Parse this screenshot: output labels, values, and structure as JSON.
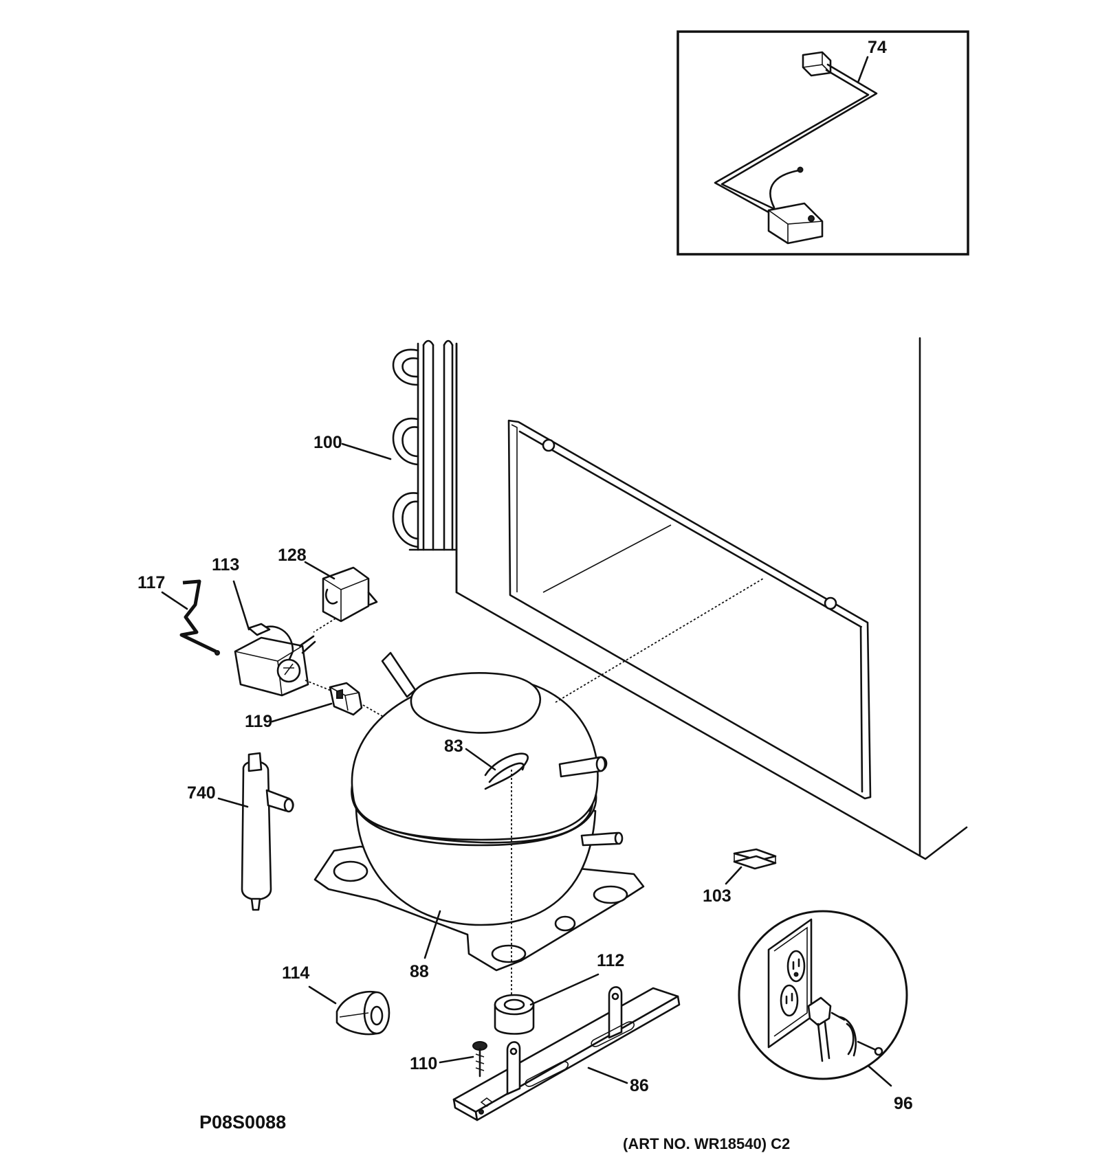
{
  "diagram_code": "P08S0088",
  "art_number": "(ART NO. WR18540) C2",
  "callouts": {
    "c74": "74",
    "c100": "100",
    "c128": "128",
    "c113": "113",
    "c117": "117",
    "c119": "119",
    "c83": "83",
    "c740": "740",
    "c103": "103",
    "c88": "88",
    "c112": "112",
    "c114": "114",
    "c110": "110",
    "c86": "86",
    "c96": "96"
  }
}
